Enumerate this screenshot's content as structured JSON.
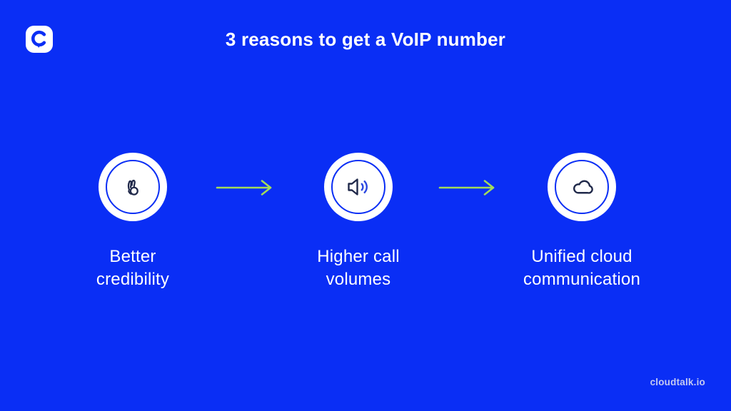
{
  "title": "3 reasons to get a VoIP number",
  "steps": [
    {
      "icon": "ok-hand-icon",
      "label": "Better\ncredibility"
    },
    {
      "icon": "speaker-volume-icon",
      "label": "Higher call\nvolumes"
    },
    {
      "icon": "cloud-icon",
      "label": "Unified cloud\ncommunication"
    }
  ],
  "connector_icon": "arrow-right-icon",
  "footer": {
    "website": "cloudtalk.io"
  },
  "colors": {
    "background_blue": "#0A2EF5",
    "circle_white": "#FFFFFF",
    "ring_blue": "#0A2EF5",
    "icon_navy": "#20294A",
    "sound_wave_blue": "#2B47E0",
    "arrow_green": "#A3DB5A",
    "footer_text": "#C5CAF0",
    "title_text": "#FFFFFF"
  }
}
